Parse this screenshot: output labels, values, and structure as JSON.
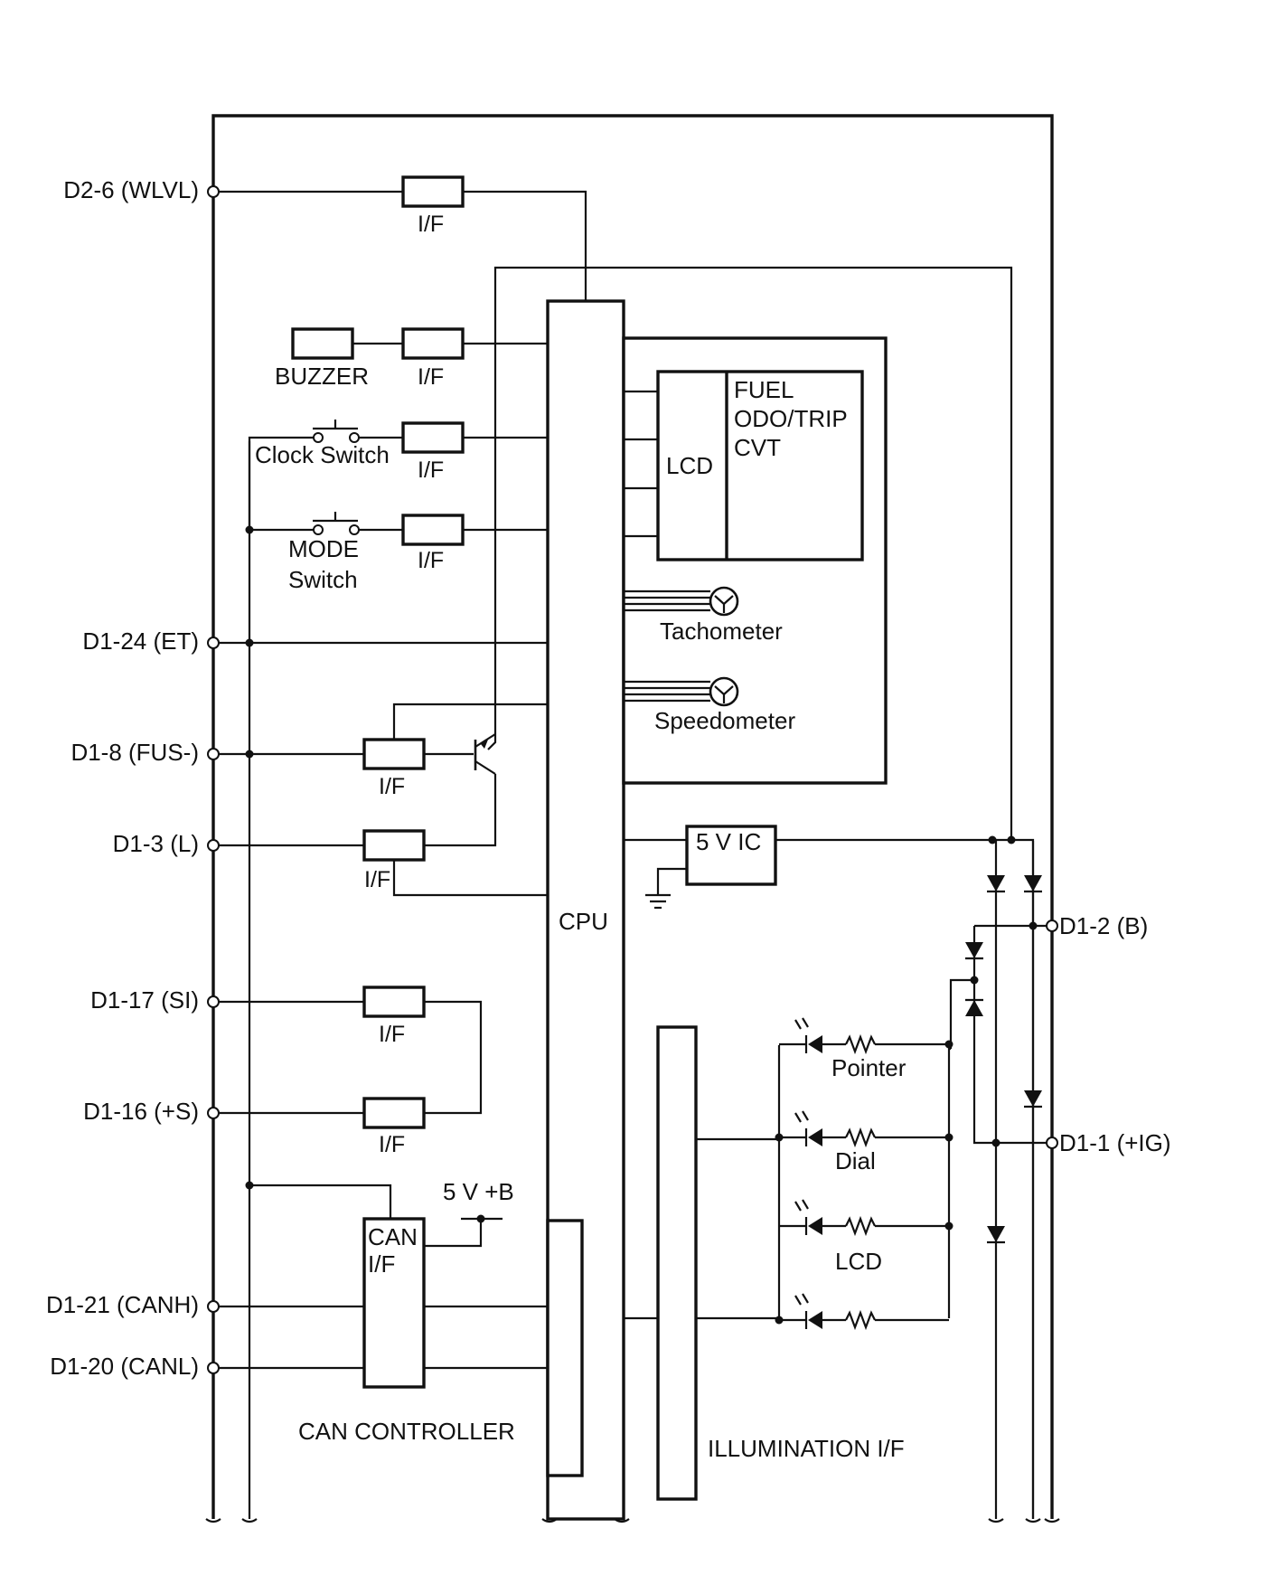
{
  "terminals_left": [
    "D2-6 (WLVL)",
    "D1-24 (ET)",
    "D1-8 (FUS-)",
    "D1-3 (L)",
    "D1-17 (SI)",
    "D1-16 (+S)",
    "D1-21 (CANH)",
    "D1-20 (CANL)"
  ],
  "terminals_right": [
    "D1-2 (B)",
    "D1-1 (+IG)"
  ],
  "labels": {
    "interface": "I/F",
    "buzzer": "BUZZER",
    "clock_switch": "Clock Switch",
    "mode_switch_1": "MODE",
    "mode_switch_2": "Switch",
    "cpu": "CPU",
    "lcd_block": "LCD",
    "display_items": [
      "FUEL",
      "ODO/TRIP",
      "CVT"
    ],
    "tachometer": "Tachometer",
    "speedometer": "Speedometer",
    "regulator": "5 V IC",
    "can_if_1": "CAN",
    "can_if_2": "I/F",
    "supply": "5 V +B",
    "can_controller": "CAN CONTROLLER",
    "illumination_if": "ILLUMINATION I/F",
    "lamp_pointer": "Pointer",
    "lamp_dial": "Dial",
    "lamp_lcd": "LCD"
  }
}
